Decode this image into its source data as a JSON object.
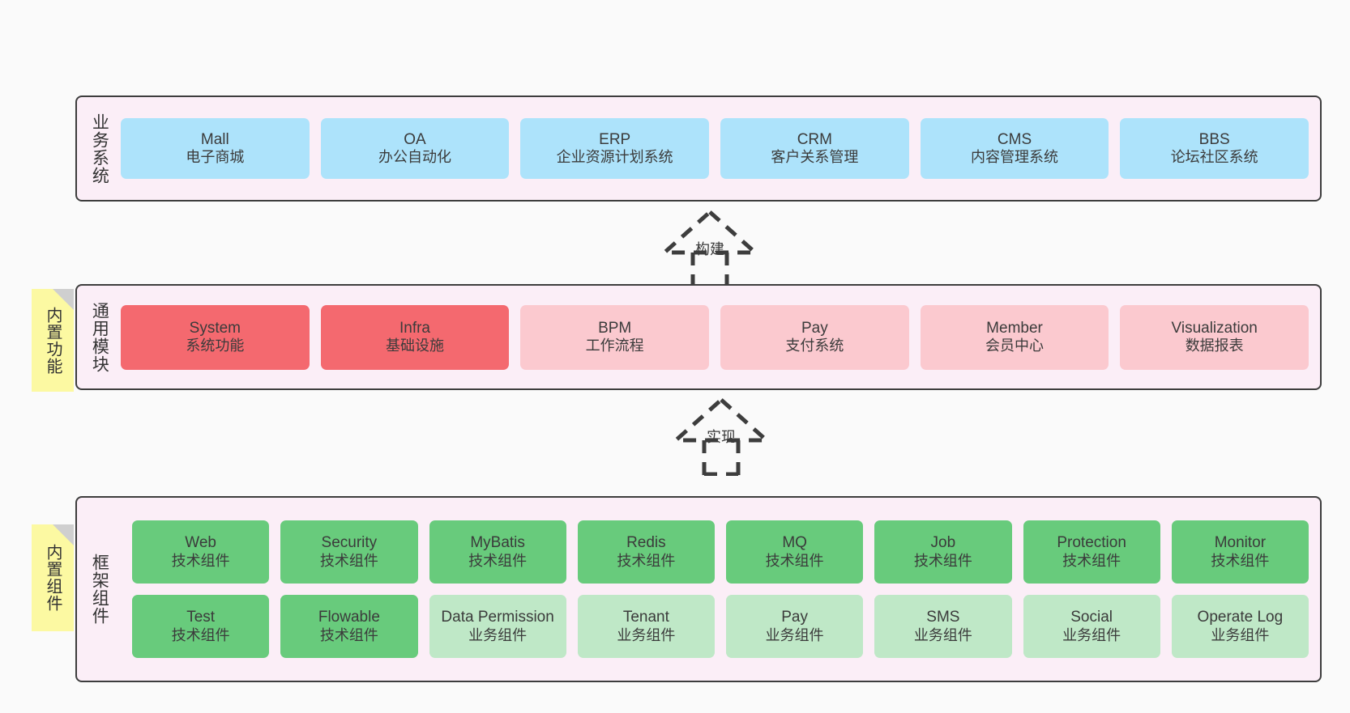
{
  "diagram": {
    "background": "#fafafa",
    "panel_bg": "#fbeef7",
    "panel_border": "#3d3d3d",
    "note_bg": "#fcf9a2",
    "note_fold": "#cfcfcf"
  },
  "layers": {
    "business": {
      "title": "业务系统",
      "color": "#ade3fb",
      "items": [
        {
          "en": "Mall",
          "cn": "电子商城"
        },
        {
          "en": "OA",
          "cn": "办公自动化"
        },
        {
          "en": "ERP",
          "cn": "企业资源计划系统"
        },
        {
          "en": "CRM",
          "cn": "客户关系管理"
        },
        {
          "en": "CMS",
          "cn": "内容管理系统"
        },
        {
          "en": "BBS",
          "cn": "论坛社区系统"
        }
      ]
    },
    "common": {
      "title": "通用模块",
      "note": "内置功能",
      "items": [
        {
          "en": "System",
          "cn": "系统功能",
          "color": "#f4696f"
        },
        {
          "en": "Infra",
          "cn": "基础设施",
          "color": "#f4696f"
        },
        {
          "en": "BPM",
          "cn": "工作流程",
          "color": "#fbc9cf"
        },
        {
          "en": "Pay",
          "cn": "支付系统",
          "color": "#fbc9cf"
        },
        {
          "en": "Member",
          "cn": "会员中心",
          "color": "#fbc9cf"
        },
        {
          "en": "Visualization",
          "cn": "数据报表",
          "color": "#fbc9cf"
        }
      ]
    },
    "framework": {
      "title": "框架组件",
      "note": "内置组件",
      "row1": [
        {
          "en": "Web",
          "cn": "技术组件",
          "color": "#68cb7c"
        },
        {
          "en": "Security",
          "cn": "技术组件",
          "color": "#68cb7c"
        },
        {
          "en": "MyBatis",
          "cn": "技术组件",
          "color": "#68cb7c"
        },
        {
          "en": "Redis",
          "cn": "技术组件",
          "color": "#68cb7c"
        },
        {
          "en": "MQ",
          "cn": "技术组件",
          "color": "#68cb7c"
        },
        {
          "en": "Job",
          "cn": "技术组件",
          "color": "#68cb7c"
        },
        {
          "en": "Protection",
          "cn": "技术组件",
          "color": "#68cb7c"
        },
        {
          "en": "Monitor",
          "cn": "技术组件",
          "color": "#68cb7c"
        }
      ],
      "row2": [
        {
          "en": "Test",
          "cn": "技术组件",
          "color": "#68cb7c"
        },
        {
          "en": "Flowable",
          "cn": "技术组件",
          "color": "#68cb7c"
        },
        {
          "en": "Data Permission",
          "cn": "业务组件",
          "color": "#bfe8c7"
        },
        {
          "en": "Tenant",
          "cn": "业务组件",
          "color": "#bfe8c7"
        },
        {
          "en": "Pay",
          "cn": "业务组件",
          "color": "#bfe8c7"
        },
        {
          "en": "SMS",
          "cn": "业务组件",
          "color": "#bfe8c7"
        },
        {
          "en": "Social",
          "cn": "业务组件",
          "color": "#bfe8c7"
        },
        {
          "en": "Operate Log",
          "cn": "业务组件",
          "color": "#bfe8c7"
        }
      ]
    }
  },
  "connectors": [
    {
      "label": "构建"
    },
    {
      "label": "实现"
    }
  ]
}
